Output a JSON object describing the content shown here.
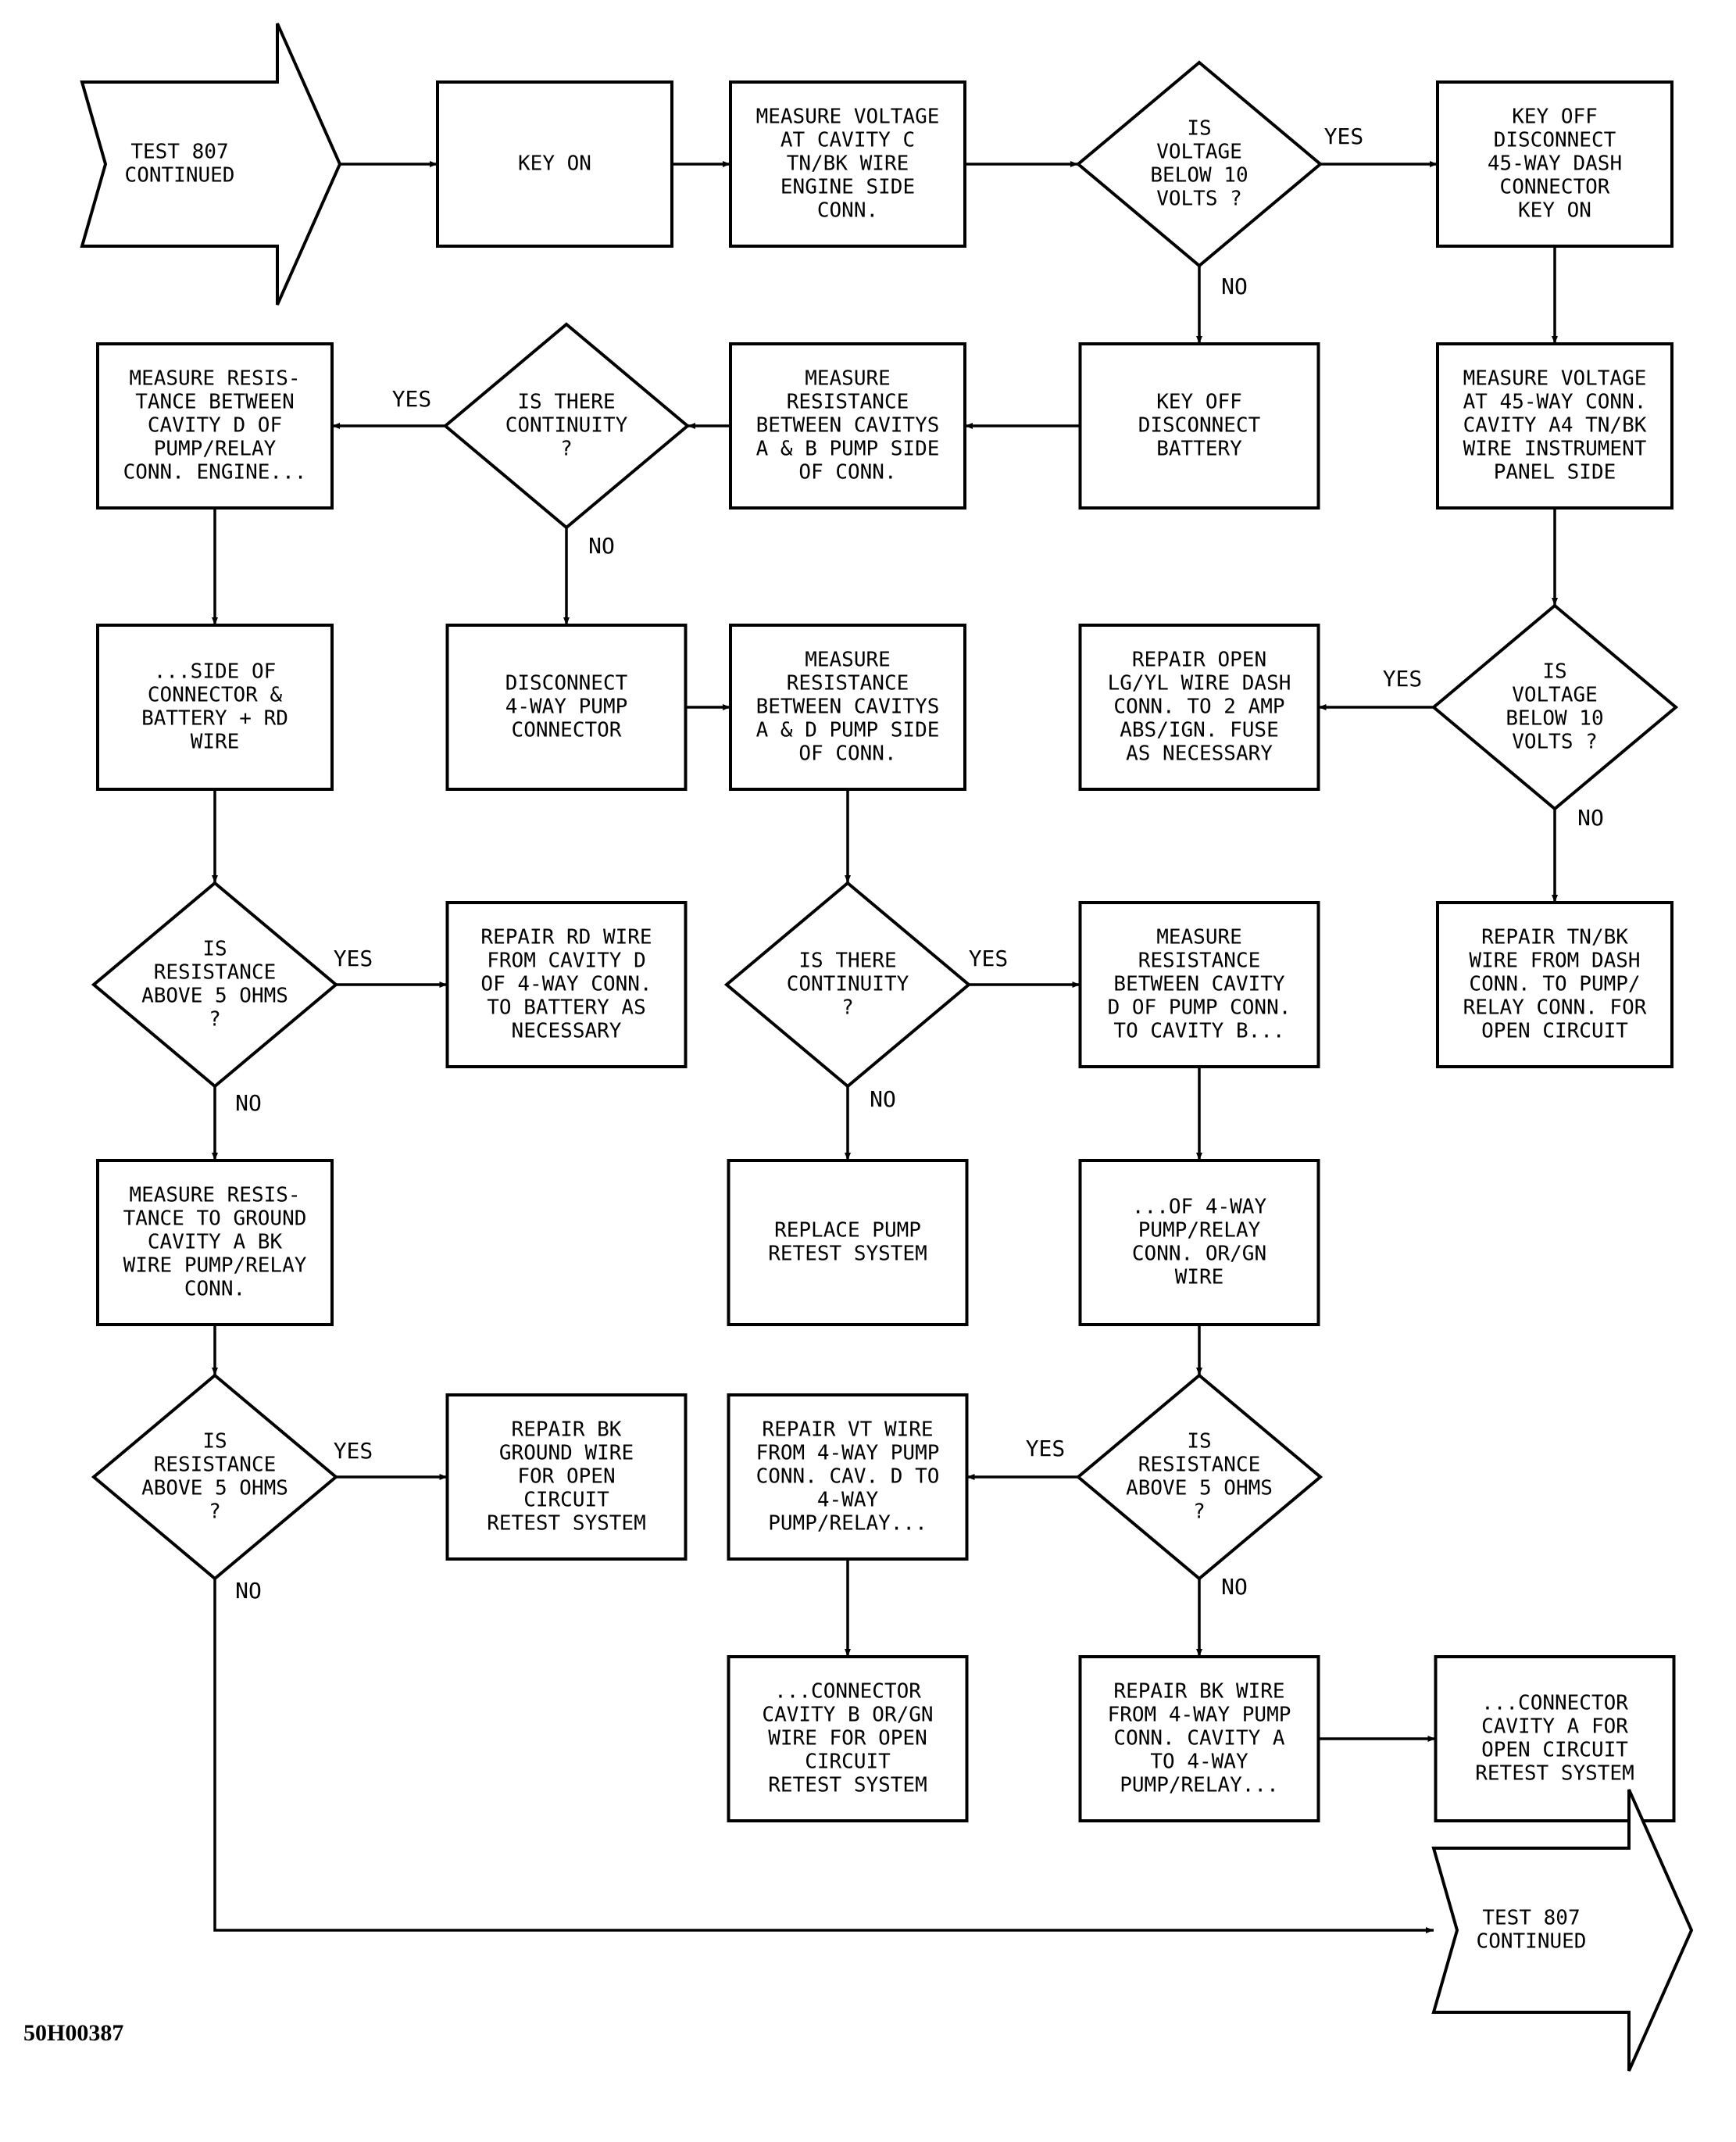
{
  "figure_id": "50H00387",
  "nodes": {
    "test807_start": {
      "shape": "arrow",
      "lines": [
        "TEST 807",
        "CONTINUED"
      ]
    },
    "key_on": {
      "shape": "box",
      "lines": [
        "KEY ON"
      ]
    },
    "measure_voltage_c": {
      "shape": "box",
      "lines": [
        "MEASURE VOLTAGE",
        "AT CAVITY C",
        "TN/BK WIRE",
        "ENGINE SIDE",
        "CONN."
      ]
    },
    "is_voltage_below_1": {
      "shape": "diamond",
      "lines": [
        "IS",
        "VOLTAGE",
        "BELOW 10",
        "VOLTS ?"
      ]
    },
    "key_off_disconnect_dash": {
      "shape": "box",
      "lines": [
        "KEY OFF",
        "DISCONNECT",
        "45-WAY DASH",
        "CONNECTOR",
        "KEY ON"
      ]
    },
    "measure_res_d_pump": {
      "shape": "box",
      "lines": [
        "MEASURE RESIS-",
        "TANCE BETWEEN",
        "CAVITY D OF",
        "PUMP/RELAY",
        "CONN. ENGINE..."
      ]
    },
    "is_continuity_1": {
      "shape": "diamond",
      "lines": [
        "IS THERE",
        "CONTINUITY",
        "?"
      ]
    },
    "measure_res_ab": {
      "shape": "box",
      "lines": [
        "MEASURE",
        "RESISTANCE",
        "BETWEEN CAVITYS",
        "A & B PUMP SIDE",
        "OF CONN."
      ]
    },
    "key_off_disc_battery": {
      "shape": "box",
      "lines": [
        "KEY OFF",
        "DISCONNECT",
        "BATTERY"
      ]
    },
    "measure_voltage_a4": {
      "shape": "box",
      "lines": [
        "MEASURE VOLTAGE",
        "AT 45-WAY CONN.",
        "CAVITY A4 TN/BK",
        "WIRE INSTRUMENT",
        "PANEL SIDE"
      ]
    },
    "side_of_connector": {
      "shape": "box",
      "lines": [
        "...SIDE OF",
        "CONNECTOR &",
        "BATTERY + RD",
        "WIRE"
      ]
    },
    "disconnect_4way": {
      "shape": "box",
      "lines": [
        "DISCONNECT",
        "4-WAY PUMP",
        "CONNECTOR"
      ]
    },
    "measure_res_ad": {
      "shape": "box",
      "lines": [
        "MEASURE",
        "RESISTANCE",
        "BETWEEN CAVITYS",
        "A & D PUMP SIDE",
        "OF CONN."
      ]
    },
    "repair_lg_yl": {
      "shape": "box",
      "lines": [
        "REPAIR OPEN",
        "LG/YL WIRE DASH",
        "CONN. TO 2 AMP",
        "ABS/IGN. FUSE",
        "AS NECESSARY"
      ]
    },
    "is_voltage_below_2": {
      "shape": "diamond",
      "lines": [
        "IS",
        "VOLTAGE",
        "BELOW 10",
        "VOLTS ?"
      ]
    },
    "is_res_above_1": {
      "shape": "diamond",
      "lines": [
        "IS",
        "RESISTANCE",
        "ABOVE 5 OHMS",
        "?"
      ]
    },
    "repair_rd_wire": {
      "shape": "box",
      "lines": [
        "REPAIR RD WIRE",
        "FROM CAVITY D",
        "OF 4-WAY CONN.",
        "TO BATTERY AS",
        "NECESSARY"
      ]
    },
    "is_continuity_2": {
      "shape": "diamond",
      "lines": [
        "IS THERE",
        "CONTINUITY",
        "?"
      ]
    },
    "measure_res_d_b": {
      "shape": "box",
      "lines": [
        "MEASURE",
        "RESISTANCE",
        "BETWEEN CAVITY",
        "D OF PUMP CONN.",
        "TO CAVITY B..."
      ]
    },
    "repair_tn_bk": {
      "shape": "box",
      "lines": [
        "REPAIR TN/BK",
        "WIRE FROM DASH",
        "CONN. TO PUMP/",
        "RELAY CONN. FOR",
        "OPEN CIRCUIT"
      ]
    },
    "measure_res_ground": {
      "shape": "box",
      "lines": [
        "MEASURE RESIS-",
        "TANCE TO GROUND",
        "CAVITY A BK",
        "WIRE PUMP/RELAY",
        "CONN."
      ]
    },
    "replace_pump": {
      "shape": "box",
      "lines": [
        "REPLACE PUMP",
        "RETEST SYSTEM"
      ]
    },
    "of_4way_or_gn": {
      "shape": "box",
      "lines": [
        "...OF 4-WAY",
        "PUMP/RELAY",
        "CONN. OR/GN",
        "WIRE"
      ]
    },
    "is_res_above_2": {
      "shape": "diamond",
      "lines": [
        "IS",
        "RESISTANCE",
        "ABOVE 5 OHMS",
        "?"
      ]
    },
    "repair_bk_ground": {
      "shape": "box",
      "lines": [
        "REPAIR BK",
        "GROUND WIRE",
        "FOR OPEN",
        "CIRCUIT",
        "RETEST SYSTEM"
      ]
    },
    "repair_vt_wire": {
      "shape": "box",
      "lines": [
        "REPAIR VT WIRE",
        "FROM 4-WAY PUMP",
        "CONN. CAV. D TO",
        "4-WAY",
        "PUMP/RELAY..."
      ]
    },
    "is_res_above_3": {
      "shape": "diamond",
      "lines": [
        "IS",
        "RESISTANCE",
        "ABOVE 5 OHMS",
        "?"
      ]
    },
    "connector_cavity_b": {
      "shape": "box",
      "lines": [
        "...CONNECTOR",
        "CAVITY B OR/GN",
        "WIRE FOR OPEN",
        "CIRCUIT",
        "RETEST SYSTEM"
      ]
    },
    "repair_bk_wire": {
      "shape": "box",
      "lines": [
        "REPAIR BK WIRE",
        "FROM 4-WAY PUMP",
        "CONN. CAVITY A",
        "TO 4-WAY",
        "PUMP/RELAY..."
      ]
    },
    "connector_cavity_a": {
      "shape": "box",
      "lines": [
        "...CONNECTOR",
        "CAVITY A FOR",
        "OPEN CIRCUIT",
        "RETEST SYSTEM"
      ]
    },
    "test807_end": {
      "shape": "arrow",
      "lines": [
        "TEST 807",
        "CONTINUED"
      ]
    }
  },
  "edges": [
    {
      "from": "test807_start",
      "to": "key_on",
      "label": ""
    },
    {
      "from": "key_on",
      "to": "measure_voltage_c",
      "label": ""
    },
    {
      "from": "measure_voltage_c",
      "to": "is_voltage_below_1",
      "label": ""
    },
    {
      "from": "is_voltage_below_1",
      "to": "key_off_disconnect_dash",
      "label": "YES"
    },
    {
      "from": "is_voltage_below_1",
      "to": "key_off_disc_battery",
      "label": "NO"
    },
    {
      "from": "key_off_disconnect_dash",
      "to": "measure_voltage_a4",
      "label": ""
    },
    {
      "from": "key_off_disc_battery",
      "to": "measure_res_ab",
      "label": ""
    },
    {
      "from": "measure_res_ab",
      "to": "is_continuity_1",
      "label": ""
    },
    {
      "from": "is_continuity_1",
      "to": "measure_res_d_pump",
      "label": "YES"
    },
    {
      "from": "is_continuity_1",
      "to": "disconnect_4way",
      "label": "NO"
    },
    {
      "from": "measure_res_d_pump",
      "to": "side_of_connector",
      "label": ""
    },
    {
      "from": "disconnect_4way",
      "to": "measure_res_ad",
      "label": ""
    },
    {
      "from": "measure_voltage_a4",
      "to": "is_voltage_below_2",
      "label": ""
    },
    {
      "from": "is_voltage_below_2",
      "to": "repair_lg_yl",
      "label": "YES"
    },
    {
      "from": "is_voltage_below_2",
      "to": "repair_tn_bk",
      "label": "NO"
    },
    {
      "from": "side_of_connector",
      "to": "is_res_above_1",
      "label": ""
    },
    {
      "from": "is_res_above_1",
      "to": "repair_rd_wire",
      "label": "YES"
    },
    {
      "from": "is_res_above_1",
      "to": "measure_res_ground",
      "label": "NO"
    },
    {
      "from": "measure_res_ad",
      "to": "is_continuity_2",
      "label": ""
    },
    {
      "from": "is_continuity_2",
      "to": "measure_res_d_b",
      "label": "YES"
    },
    {
      "from": "is_continuity_2",
      "to": "replace_pump",
      "label": "NO"
    },
    {
      "from": "measure_res_d_b",
      "to": "of_4way_or_gn",
      "label": ""
    },
    {
      "from": "measure_res_ground",
      "to": "is_res_above_2",
      "label": ""
    },
    {
      "from": "is_res_above_2",
      "to": "repair_bk_ground",
      "label": "YES"
    },
    {
      "from": "is_res_above_2",
      "to": "test807_end",
      "label": "NO"
    },
    {
      "from": "of_4way_or_gn",
      "to": "is_res_above_3",
      "label": ""
    },
    {
      "from": "is_res_above_3",
      "to": "repair_vt_wire",
      "label": "YES"
    },
    {
      "from": "is_res_above_3",
      "to": "repair_bk_wire",
      "label": "NO"
    },
    {
      "from": "repair_vt_wire",
      "to": "connector_cavity_b",
      "label": ""
    },
    {
      "from": "repair_bk_wire",
      "to": "connector_cavity_a",
      "label": ""
    }
  ]
}
